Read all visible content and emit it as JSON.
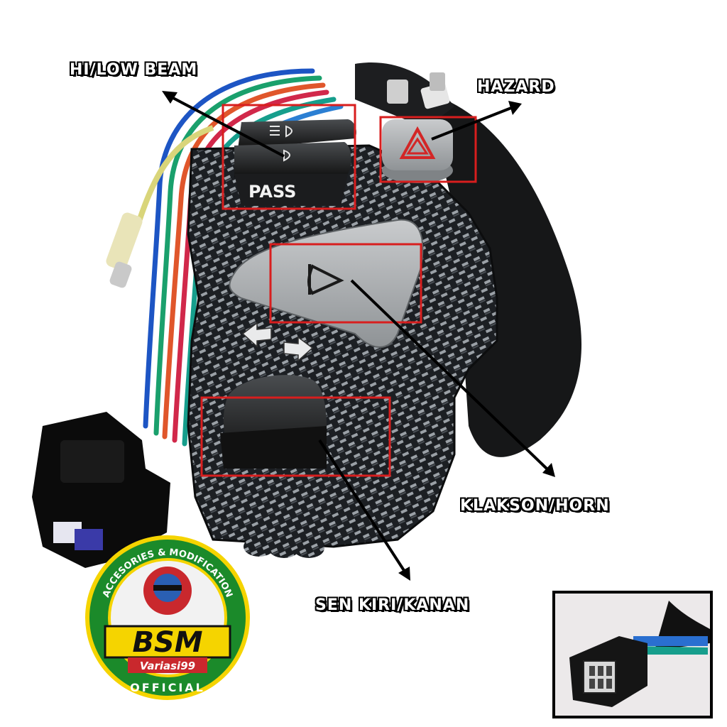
{
  "labels": {
    "beam": "HI/LOW BEAM",
    "hazard": "HAZARD",
    "horn": "KLAKSON/HORN",
    "signal": "SEN KIRI/KANAN"
  },
  "buttons": {
    "pass": "PASS"
  },
  "logo": {
    "ring_text": "ACCESORIES & MODIFICATION",
    "brand": "BSM",
    "sub": "Variasi99",
    "bottom": "OFFICIAL"
  },
  "colors": {
    "highlight": "#d81e1e",
    "logo_ring": "#1b8a2a",
    "logo_yellow": "#f5d400",
    "carbon_dark": "#202428",
    "carbon_light": "#8a9096"
  }
}
